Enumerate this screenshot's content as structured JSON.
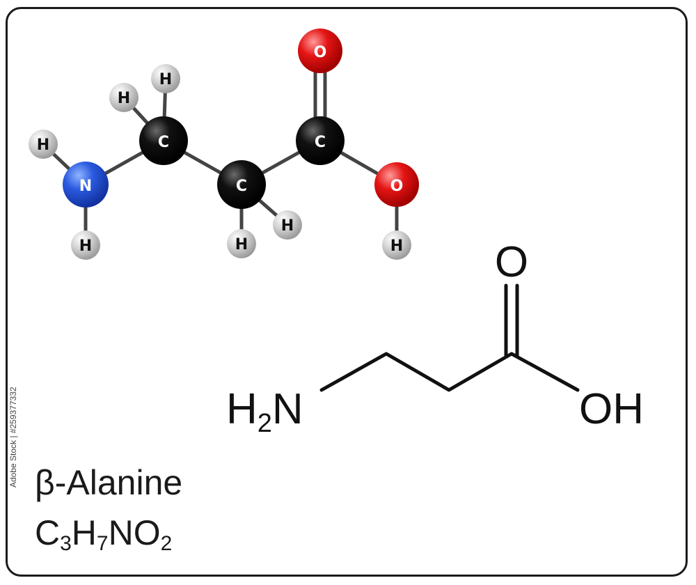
{
  "molecule": {
    "name": "β-Alanine",
    "formula": {
      "c": "C",
      "c_n": "3",
      "h": "H",
      "h_n": "7",
      "n": "N",
      "o": "O",
      "o_n": "2"
    },
    "ball_labels": {
      "carbon": "C",
      "hydrogen": "H",
      "nitrogen": "N",
      "oxygen": "O"
    },
    "skeletal_labels": {
      "h2": "H",
      "h2_n": "2",
      "n": "N",
      "o": "O",
      "oh": "OH"
    }
  },
  "credit": "Adobe Stock | #259377332",
  "colors": {
    "carbon": "#000000",
    "hydrogen": "#c8c8c8",
    "nitrogen": "#1f4fd1",
    "oxygen": "#e01010",
    "bond": "#444444",
    "frame": "#1a1a1a"
  }
}
